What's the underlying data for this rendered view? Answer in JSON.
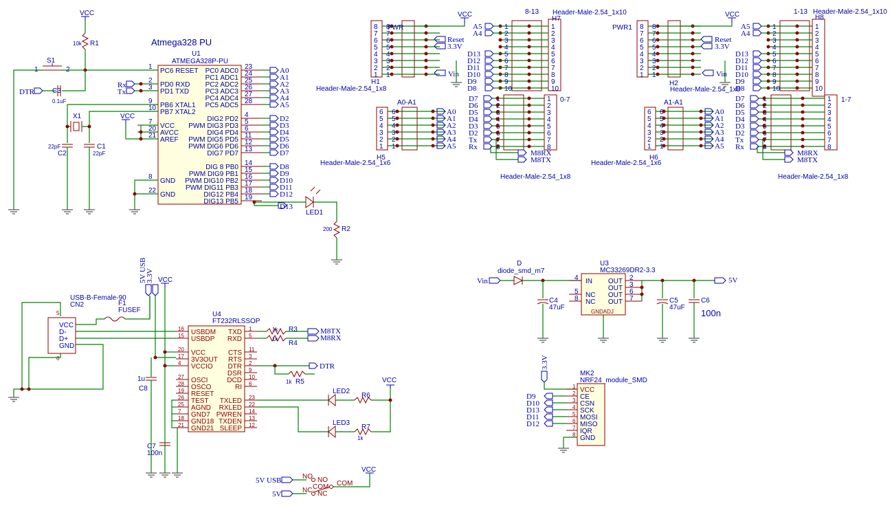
{
  "mcu": {
    "title": "Atmega328 PU",
    "ref": "U1",
    "part": "ATMEGA328P-PU",
    "left_pins": [
      {
        "num": "1",
        "name": "PC6 RESET"
      },
      {
        "num": "2",
        "name": "PD0 RXD"
      },
      {
        "num": "3",
        "name": "PD1 TXD"
      },
      {
        "num": "9",
        "name": "PB6 XTAL1"
      },
      {
        "num": "10",
        "name": "PB7 XTAL2"
      },
      {
        "num": "7",
        "name": "VCC"
      },
      {
        "num": "20",
        "name": "AVCC"
      },
      {
        "num": "21",
        "name": "AREF"
      },
      {
        "num": "8",
        "name": "GND"
      },
      {
        "num": "22",
        "name": "GND"
      }
    ],
    "right_pins": [
      {
        "num": "23",
        "name": "PC0 ADC0",
        "label": "A0"
      },
      {
        "num": "24",
        "name": "PC1 ADC1",
        "label": "A1"
      },
      {
        "num": "25",
        "name": "PC2 ADC2",
        "label": "A2"
      },
      {
        "num": "26",
        "name": "PC3 ADC3",
        "label": "A3"
      },
      {
        "num": "27",
        "name": "PC4 ADC4",
        "label": "A4"
      },
      {
        "num": "28",
        "name": "PC5 ADC5",
        "label": "A5"
      },
      {
        "num": "4",
        "name": "DIG2 PD2",
        "label": "D2"
      },
      {
        "num": "5",
        "name": "PWM DIG3 PD3",
        "label": "D3"
      },
      {
        "num": "6",
        "name": "DIG4 PD4",
        "label": "D4"
      },
      {
        "num": "11",
        "name": "PWM DIG5 PD5",
        "label": "D5"
      },
      {
        "num": "12",
        "name": "PWM DIG6 PD6",
        "label": "D6"
      },
      {
        "num": "13",
        "name": "DIG7 PD7",
        "label": "D7"
      },
      {
        "num": "14",
        "name": "DIG 8 PB0",
        "label": "D8"
      },
      {
        "num": "15",
        "name": "PWM DIG9 PB1",
        "label": "D9"
      },
      {
        "num": "16",
        "name": "PWM DIG10 PB2",
        "label": "D10"
      },
      {
        "num": "17",
        "name": "PWM DIG11 PB3",
        "label": "D11"
      },
      {
        "num": "18",
        "name": "DIG12 PB4",
        "label": "D12"
      },
      {
        "num": "19",
        "name": "DIG13 PB5",
        "label": "D13"
      }
    ]
  },
  "labels": {
    "vcc": "VCC",
    "r1": "R1",
    "r1v": "10k",
    "s1": "S1",
    "s1a": "1",
    "s1b": "2",
    "dtr": "DTR",
    "c3": "C3",
    "c3v": "0.1uF",
    "rx": "Rx",
    "tx": "Tx",
    "x1": "X1",
    "c1": "C1",
    "c1v": "22pF",
    "c2": "C2",
    "c2v": "22pF",
    "led1": "LED1",
    "r2": "R2",
    "r2v": "200",
    "d13": "D13",
    "usb": "USB-B-Female-90",
    "cn2": "CN2",
    "usb_pins": [
      "VCC",
      "D-",
      "D+",
      "GND"
    ],
    "usb_nums": [
      "5",
      "6"
    ],
    "f1": "F1",
    "f1v": "FUSEF",
    "v5usb": "5V USB",
    "v33": "3.3V",
    "ft_ref": "U4",
    "ft_part": "FT232RLSSOP",
    "ft_left": [
      {
        "num": "16",
        "name": "USBDM"
      },
      {
        "num": "15",
        "name": "USBDP"
      },
      {
        "num": "20",
        "name": "VCC"
      },
      {
        "num": "17",
        "name": "3V3OUT"
      },
      {
        "num": "4",
        "name": "VCCIO"
      },
      {
        "num": "27",
        "name": "OSCI"
      },
      {
        "num": "28",
        "name": "OSCO"
      },
      {
        "num": "19",
        "name": "RESET"
      },
      {
        "num": "26",
        "name": "TEST"
      },
      {
        "num": "25",
        "name": "AGND"
      },
      {
        "num": "7",
        "name": "GND7"
      },
      {
        "num": "18",
        "name": "GND18"
      },
      {
        "num": "21",
        "name": "GND21"
      }
    ],
    "ft_right": [
      {
        "num": "1",
        "name": "TXD"
      },
      {
        "num": "5",
        "name": "RXD"
      },
      {
        "num": "11",
        "name": "CTS"
      },
      {
        "num": "3",
        "name": "RTS"
      },
      {
        "num": "2",
        "name": "DTR"
      },
      {
        "num": "9",
        "name": "DSR"
      },
      {
        "num": "10",
        "name": "DCD"
      },
      {
        "num": "6",
        "name": "RI"
      },
      {
        "num": "23",
        "name": "TXLED"
      },
      {
        "num": "22",
        "name": "RXLED"
      },
      {
        "num": "14",
        "name": "PWREN"
      },
      {
        "num": "13",
        "name": "TXDEN"
      },
      {
        "num": "12",
        "name": "SLEEP"
      }
    ],
    "r3": "R3",
    "r4": "R4",
    "r5": "R5",
    "r6": "R6",
    "r7": "R7",
    "rk": "1k",
    "m8tx": "M8TX",
    "m8rx": "M8RX",
    "led2": "LED2",
    "led3": "LED3",
    "c8": "C8",
    "c8v": "1u",
    "c7": "C7",
    "c7v": "100n",
    "sw_no": "NO",
    "sw_com": "COM",
    "sw_nc": "NC",
    "v5": "5V",
    "h1": "H1",
    "h2": "H2",
    "h5": "H5",
    "h6": "H6",
    "h7": "H7",
    "h8": "H8",
    "h1x8": "Header-Male-2.54_1x8",
    "h1x6": "Header-Male-2.54_1x6",
    "h1x10": "Header-Male-2.54_1x10",
    "pwr": "PWR",
    "pwr1": "PWR1",
    "reset": "Reset",
    "vin": "Vin",
    "s813": "8-13",
    "s113": "1-13",
    "s07": "0-7",
    "s17": "1-7",
    "a0a1": "A0-A1",
    "a1a1": "A1-A1",
    "reg_d": "D",
    "reg_dpart": "diode_smd_m7",
    "u3": "U3",
    "u3part": "MC33269DR2-3.3",
    "reg_pins_l": [
      {
        "num": "4",
        "name": "IN"
      },
      {
        "num": "5",
        "name": "NC"
      },
      {
        "num": "8",
        "name": "NC"
      }
    ],
    "reg_pins_r": [
      {
        "num": "2",
        "name": "OUT"
      },
      {
        "num": "3",
        "name": "OUT"
      },
      {
        "num": "6",
        "name": "OUT"
      },
      {
        "num": "7",
        "name": "OUT"
      }
    ],
    "gndadj": "GNDADJ",
    "c4": "C4",
    "c4v": "47uF",
    "c5": "C5",
    "c5v": "47uF",
    "c6": "C6",
    "c6v": "100n",
    "mk2": "MK2",
    "nrf": "NRF24_module_SMD",
    "nrf_pins": [
      {
        "num": "1",
        "name": "VCC"
      },
      {
        "num": "2",
        "name": "CE",
        "label": "D9"
      },
      {
        "num": "3",
        "name": "CSN",
        "label": "D10"
      },
      {
        "num": "4",
        "name": "SCK",
        "label": "D13"
      },
      {
        "num": "5",
        "name": "MOSI",
        "label": "D11"
      },
      {
        "num": "6",
        "name": "MISO",
        "label": "D12"
      },
      {
        "num": "7",
        "name": "IQR"
      },
      {
        "num": "8",
        "name": "GND"
      }
    ],
    "hdr_a_labels": [
      "A5",
      "A4"
    ],
    "hdr_d_labels": [
      "D13",
      "D12",
      "D11",
      "D10",
      "D9",
      "D8"
    ],
    "hdr_07_labels": [
      "D7",
      "D6",
      "D5",
      "D4",
      "D3",
      "D2",
      "Tx",
      "Rx"
    ],
    "hdr_a_all": [
      "A0",
      "A1",
      "A2",
      "A3",
      "A4",
      "A5"
    ],
    "nums8": [
      "8",
      "7",
      "6",
      "5",
      "4",
      "3",
      "2",
      "1"
    ],
    "nums10": [
      "1",
      "2",
      "3",
      "4",
      "5",
      "6",
      "7",
      "8",
      "9",
      "10"
    ],
    "nums6": [
      "6",
      "5",
      "4",
      "3",
      "2",
      "1"
    ],
    "nums8b": [
      "1",
      "2",
      "3",
      "4",
      "5",
      "6",
      "7",
      "8"
    ]
  }
}
